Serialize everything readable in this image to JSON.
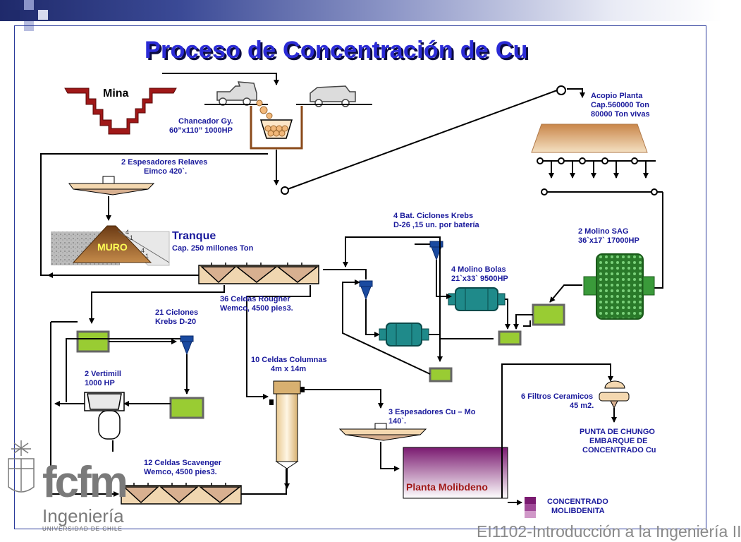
{
  "title": "Proceso de Concentración de Cu",
  "labels": {
    "mina": "Mina",
    "chancador_1": "Chancador Gy.",
    "chancador_2": "60”x110” 1000HP",
    "acopio_1": "Acopio Planta",
    "acopio_2": "Cap.560000 Ton",
    "acopio_3": "80000 Ton vivas",
    "espesadores_relaves_1": "2 Espesadores Relaves",
    "espesadores_relaves_2": "Eimco 420`.",
    "muro": "MURO",
    "tranque": "Tranque",
    "tranque_cap": "Cap. 250 millones Ton",
    "ciclones_krebs_1": "4 Bat. Ciclones Krebs",
    "ciclones_krebs_2": "D-26 ,15 un. por batería",
    "molino_sag_1": "2 Molino SAG",
    "molino_sag_2": "36`x17`  17000HP",
    "molino_bolas_1": "4 Molino Bolas",
    "molino_bolas_2": "21`x33`  9500HP",
    "rougher_1": "36 Celdas Rougher",
    "rougher_2": "Wemco, 4500 pies3.",
    "ciclones21_1": "21 Ciclones",
    "ciclones21_2": "Krebs D-20",
    "columnas_1": "10 Celdas Columnas",
    "columnas_2": "4m x 14m",
    "vertimill_1": "2 Vertimill",
    "vertimill_2": "1000 HP",
    "filtros_1": "6 Filtros Ceramicos",
    "filtros_2": "45 m2.",
    "espesadores_cu_1": "3 Espesadores Cu – Mo",
    "espesadores_cu_2": "140`.",
    "punta_1": "PUNTA DE CHUNGO",
    "punta_2": "EMBARQUE DE",
    "punta_3": "CONCENTRADO Cu",
    "scavenger_1": "12 Celdas Scavenger",
    "scavenger_2": "Wemco, 4500 pies3.",
    "planta_mo": "Planta Molibdeno",
    "concentrado_1": "CONCENTRADO",
    "concentrado_2": "MOLIBDENITA"
  },
  "logo": {
    "fcfm": "fcfm",
    "ingenieria": "Ingeniería",
    "universidad": "UNIVERSIDAD DE CHILE"
  },
  "footer": "EI1102-Introducción a la Ingeniería II",
  "colors": {
    "title": "#2b2bd6",
    "label": "#1a1a9c",
    "cell_green": "#99cc33",
    "mill_green": "#3a9a3a",
    "ball_mill_teal": "#1f8a8a",
    "planta_mo_purple": "#8a1a7a",
    "muro_brown": "#a86a2a",
    "mina_red": "#a01818"
  }
}
